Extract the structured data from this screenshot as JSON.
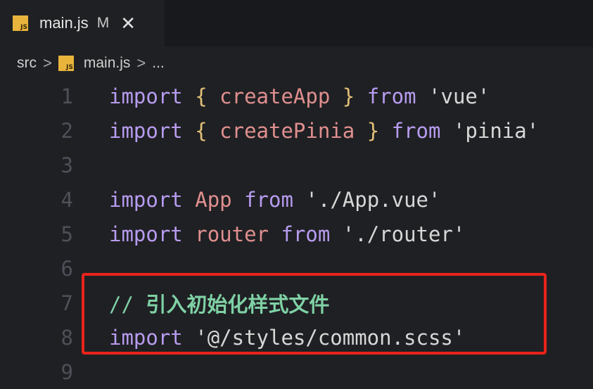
{
  "tab": {
    "filename": "main.js",
    "modified_flag": "M",
    "close_glyph": "✕",
    "icon": "javascript-file-icon",
    "icon_text": "JS"
  },
  "breadcrumb": {
    "folder": "src",
    "file": "main.js",
    "more": "...",
    "separator": ">"
  },
  "lines": [
    {
      "num": "1"
    },
    {
      "num": "2"
    },
    {
      "num": "3"
    },
    {
      "num": "4"
    },
    {
      "num": "5"
    },
    {
      "num": "6"
    },
    {
      "num": "7"
    },
    {
      "num": "8"
    },
    {
      "num": "9"
    }
  ],
  "code": {
    "l1": {
      "kw": "import",
      "open": "{",
      "name": "createApp",
      "close": "}",
      "from": "from",
      "str": "'vue'"
    },
    "l2": {
      "kw": "import",
      "open": "{",
      "name": "createPinia",
      "close": "}",
      "from": "from",
      "str": "'pinia'"
    },
    "l4": {
      "kw": "import",
      "name": "App",
      "from": "from",
      "str": "'./App.vue'"
    },
    "l5": {
      "kw": "import",
      "name": "router",
      "from": "from",
      "str": "'./router'"
    },
    "l7": {
      "slashes": "//",
      "comment": "引入初始化样式文件"
    },
    "l8": {
      "kw": "import",
      "str": "'@/styles/common.scss'"
    }
  },
  "colors": {
    "keyword": "#b79cf0",
    "brace": "#e2c178",
    "identifier": "#e08f8f",
    "comment": "#7fd1a5",
    "highlight_border": "#e8231b",
    "editor_bg": "#1f2023"
  }
}
